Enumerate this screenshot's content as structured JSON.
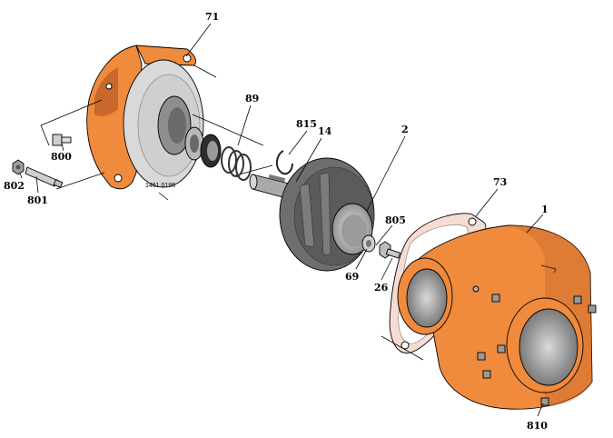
{
  "diagram": {
    "reference_code": "1461 0195",
    "part_numbers": {
      "p71": "71",
      "p89": "89",
      "p815": "815",
      "p14": "14",
      "p2": "2",
      "p800": "800",
      "p802": "802",
      "p801": "801",
      "p73": "73",
      "p1": "1",
      "p805": "805",
      "p69": "69",
      "p26": "26",
      "p810": "810"
    },
    "colors": {
      "casting_orange": "#f08a3c",
      "casting_shadow": "#c8682a",
      "cover_gray": "#d6d6d6",
      "impeller_gray": "#6e6e6e",
      "shaft_gray": "#a9a9a9",
      "gasket_pink": "#f6dcd2"
    }
  }
}
